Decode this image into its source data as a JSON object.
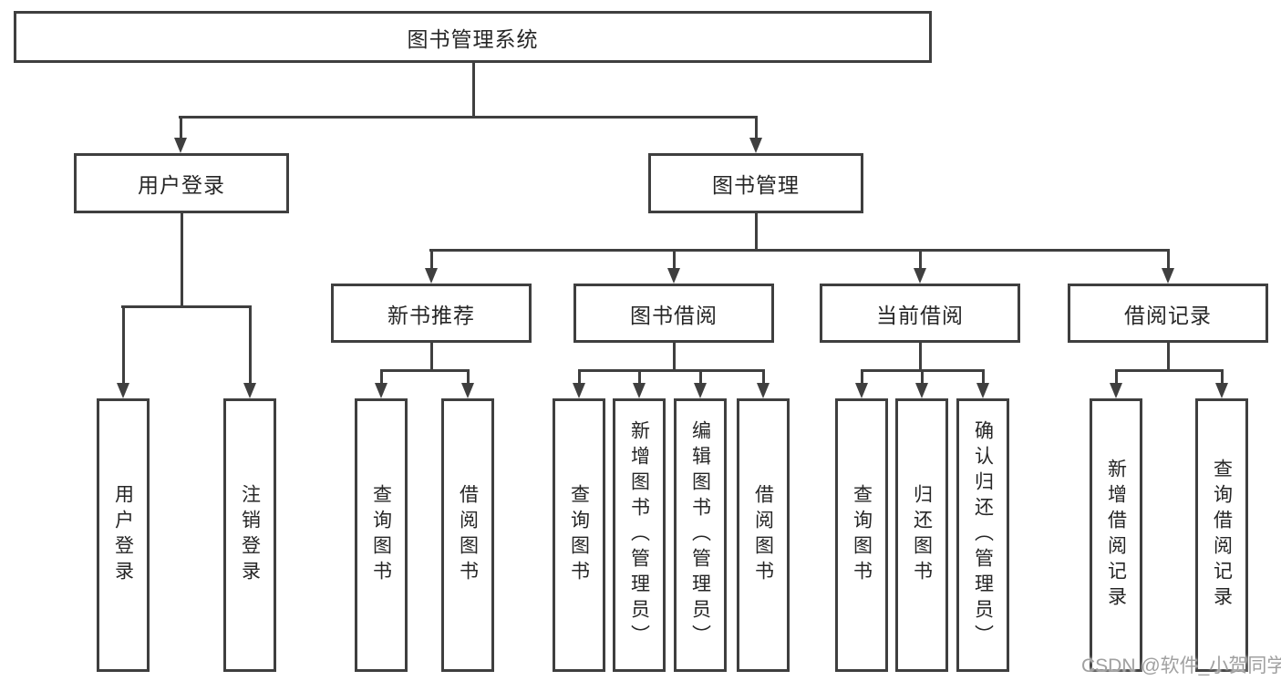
{
  "diagram": {
    "root": {
      "label": "图书管理系统"
    },
    "level2": [
      {
        "id": "user-login",
        "label": "用户登录",
        "children": [
          {
            "label": "用户登录"
          },
          {
            "label": "注销登录"
          }
        ]
      },
      {
        "id": "book-management",
        "label": "图书管理",
        "children": [
          {
            "label": "新书推荐",
            "children": [
              {
                "label": "查询图书"
              },
              {
                "label": "借阅图书"
              }
            ]
          },
          {
            "label": "图书借阅",
            "children": [
              {
                "label": "查询图书"
              },
              {
                "label": "新增图书（管理员）"
              },
              {
                "label": "编辑图书（管理员）"
              },
              {
                "label": "借阅图书"
              }
            ]
          },
          {
            "label": "当前借阅",
            "children": [
              {
                "label": "查询图书"
              },
              {
                "label": "归还图书"
              },
              {
                "label": "确认归还（管理员）"
              }
            ]
          },
          {
            "label": "借阅记录",
            "children": [
              {
                "label": "新增借阅记录"
              },
              {
                "label": "查询借阅记录"
              }
            ]
          }
        ]
      }
    ],
    "watermark": "CSDN @软件_小贺同学",
    "colors": {
      "line": "#3f3f3f",
      "text": "#262626",
      "background": "#ffffff",
      "watermark": "#a0a0a0"
    }
  }
}
